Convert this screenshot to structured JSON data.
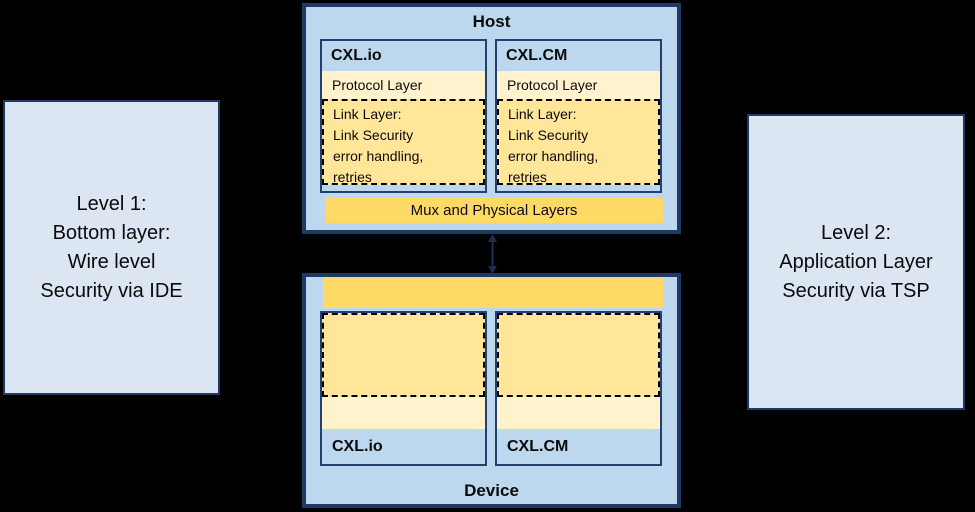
{
  "palette": {
    "canvas_bg": "#000000",
    "block_fill": "#bdd7ee",
    "block_border": "#1f3864",
    "note_fill": "#dce6f2",
    "protocol_fill": "#fff2cc",
    "link_layer_fill": "#ffe699",
    "mux_fill": "#ffd966",
    "arrow_color": "#1d2f4f",
    "text": "#0a0a0a"
  },
  "left_note": {
    "lines": [
      "Level 1:",
      "Bottom layer:",
      "Wire level",
      "Security via IDE"
    ]
  },
  "right_note": {
    "lines": [
      "Level 2:",
      "Application Layer",
      "Security via TSP"
    ]
  },
  "host": {
    "title": "Host",
    "mux_label": "Mux and Physical Layers",
    "columns": [
      {
        "name": "CXL.io",
        "protocol_label": "Protocol Layer",
        "link_lines": [
          "Link Layer:",
          "Link Security",
          "error handling,",
          "retries"
        ]
      },
      {
        "name": "CXL.CM",
        "protocol_label": "Protocol Layer",
        "link_lines": [
          "Link Layer:",
          "Link Security",
          "error handling,",
          "retries"
        ]
      }
    ]
  },
  "device": {
    "title": "Device",
    "columns": [
      {
        "name": "CXL.io"
      },
      {
        "name": "CXL.CM"
      }
    ]
  }
}
